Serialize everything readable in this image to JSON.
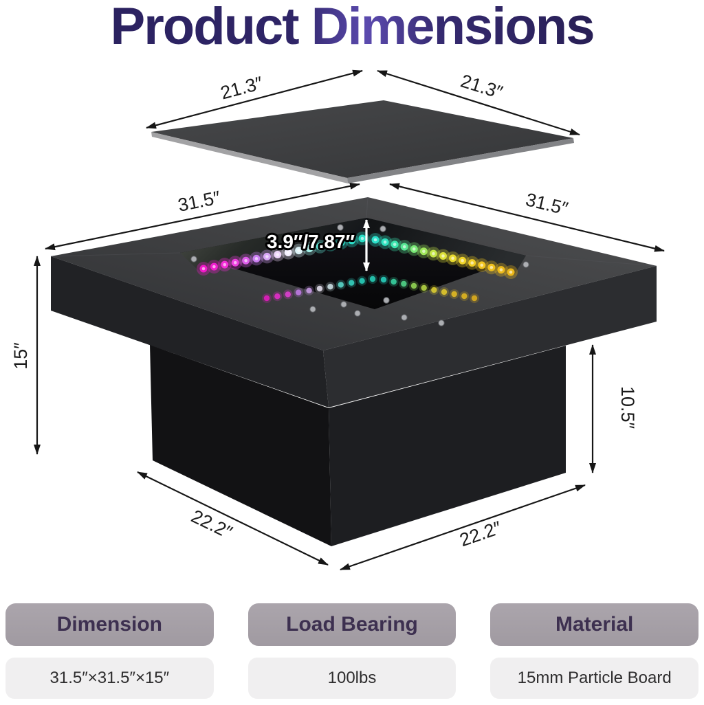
{
  "title": "Product Dimensions",
  "theme": {
    "title_gradient": [
      "#2b2260",
      "#2f2567",
      "#5b4aae",
      "#352a70",
      "#281f55"
    ],
    "dimension_line_color": "#161616",
    "header_bg": "#a6a0a7",
    "header_text_color": "#3d3050",
    "value_bg": "#f0eff0",
    "value_text_color": "#2e2d2e"
  },
  "diagram": {
    "labels": [
      {
        "id": "lid-top-width",
        "text": "21.3″"
      },
      {
        "id": "lid-top-depth",
        "text": "21.3″"
      },
      {
        "id": "tabletop-width",
        "text": "31.5″"
      },
      {
        "id": "tabletop-depth",
        "text": "31.5″"
      },
      {
        "id": "table-height",
        "text": "15″"
      },
      {
        "id": "leg-height",
        "text": "10.5″"
      },
      {
        "id": "recess-depth",
        "text": "3.9″/7.87″"
      },
      {
        "id": "base-width",
        "text": "22.2″"
      },
      {
        "id": "base-depth",
        "text": "22.2″"
      }
    ],
    "led_strip_left": [
      "#f019c9",
      "#ef1dce",
      "#f22cd6",
      "#ee3edf",
      "#dd5cea",
      "#cb7ff2",
      "#d8a6f6",
      "#efd6fa",
      "#f5f0ff",
      "#dcf3f8",
      "#a2efe8",
      "#62e9da",
      "#3ae4d0",
      "#2ee1cd",
      "#2be0ca",
      "#29dfc6"
    ],
    "led_strip_right": [
      "#2be0cb",
      "#2fe2c0",
      "#3ce4ae",
      "#57e794",
      "#7ae877",
      "#a0e85b",
      "#c3e648",
      "#dce139",
      "#e9da2f",
      "#efd329",
      "#f1cc24",
      "#f1c520",
      "#efc01d",
      "#edbb1b",
      "#ebb719"
    ],
    "screw_color": "#b3b5b9"
  },
  "specs": [
    {
      "label": "Dimension",
      "value": "31.5″×31.5″×15″"
    },
    {
      "label": "Load Bearing",
      "value": "100lbs"
    },
    {
      "label": "Material",
      "value": "15mm Particle Board"
    }
  ]
}
